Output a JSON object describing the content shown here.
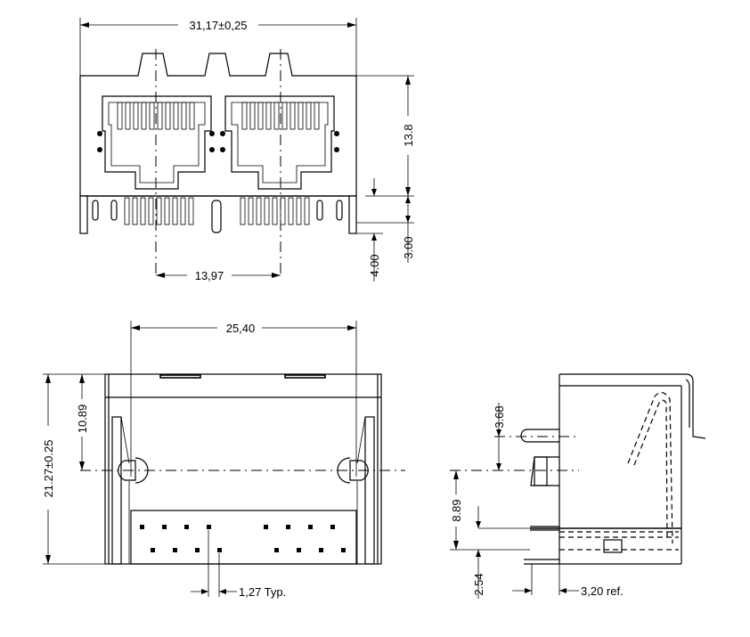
{
  "dimensions": {
    "front_width": "31,17±0,25",
    "front_height": "13.8",
    "pin_pitch_span": "13,97",
    "pin_len_4": "4.00",
    "pin_len_3": "3.00",
    "bottom_width": "25,40",
    "bottom_height": "21.27±0.25",
    "bottom_offset": "10.89",
    "pin_pitch": "1,27 Typ.",
    "side_368": "3.68",
    "side_889": "8.89",
    "side_254": "2.54",
    "side_ref": "3,20 ref."
  }
}
